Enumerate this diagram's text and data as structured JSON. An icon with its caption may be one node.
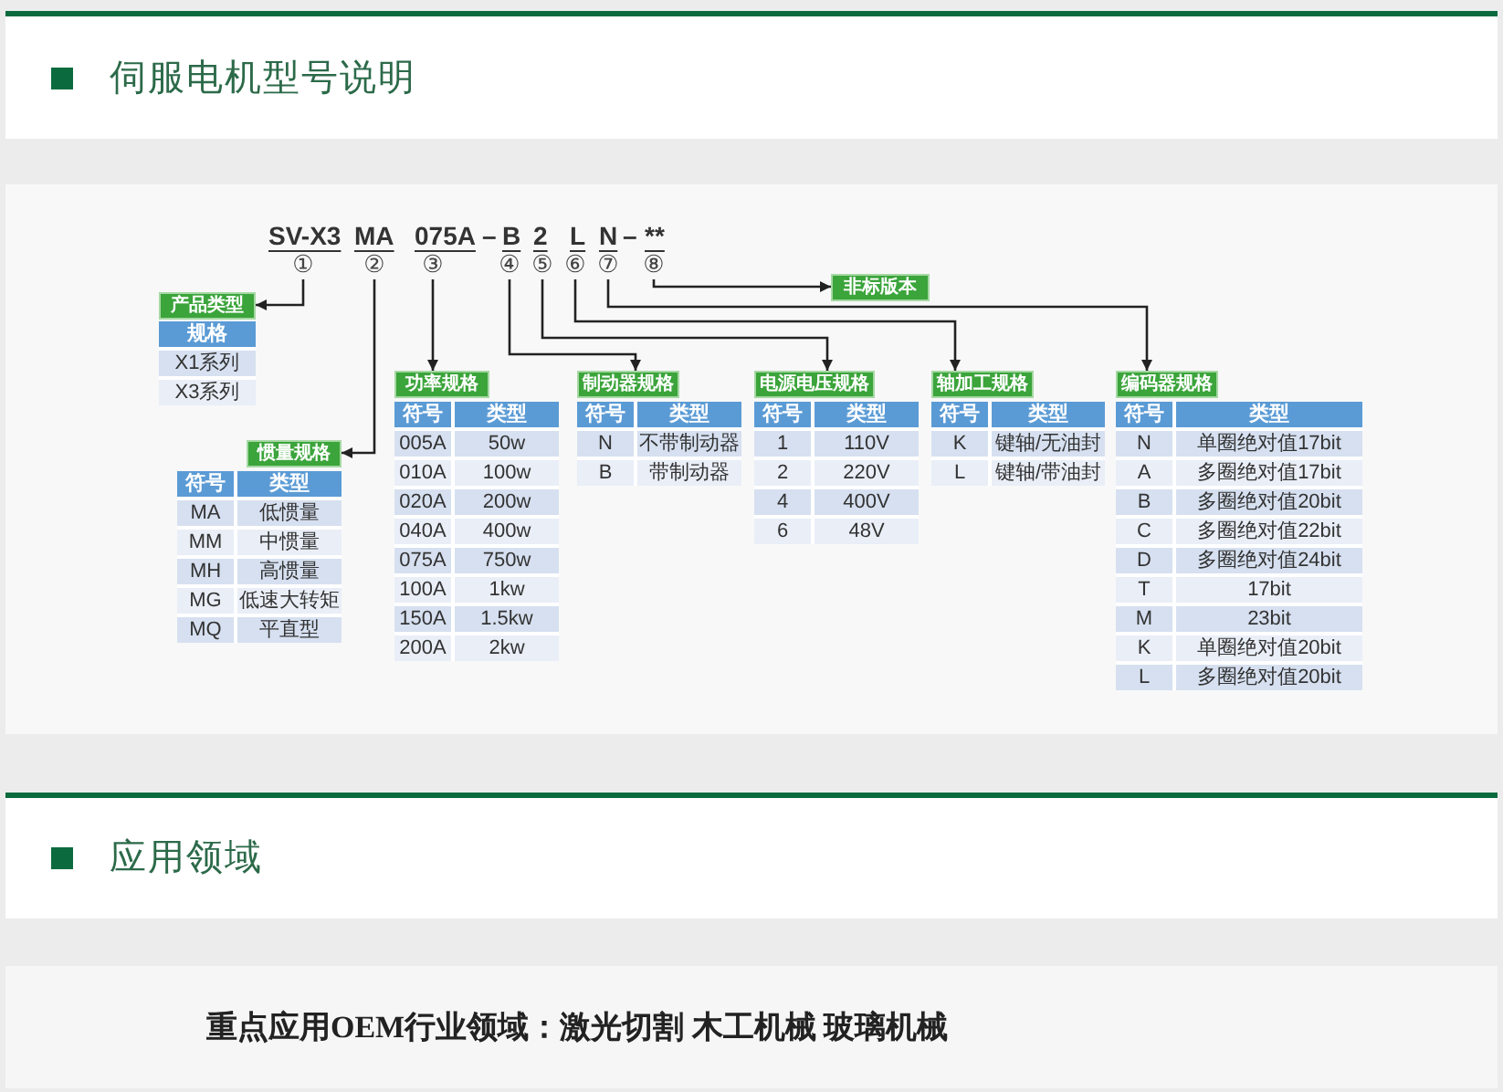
{
  "diagram": {
    "title": "伺服电机型号说明",
    "nodes": [
      {
        "text": [
          "①"
        ]
      },
      {
        "text": [
          "②"
        ]
      },
      {
        "text": [
          "③"
        ]
      },
      {
        "text": [
          "④"
        ]
      },
      {
        "text": [
          "⑤"
        ]
      },
      {
        "text": [
          "⑥"
        ]
      },
      {
        "text": [
          "⑦"
        ]
      },
      {
        "text": [
          "⑧"
        ]
      },
      {
        "text": [
          "产品类型"
        ]
      },
      {
        "text": [
          "惯量规格"
        ]
      },
      {
        "text": [
          "功率规格"
        ]
      },
      {
        "text": [
          "制动器规格"
        ]
      },
      {
        "text": [
          "电源电压规格"
        ]
      },
      {
        "text": [
          "轴加工规格"
        ]
      },
      {
        "text": [
          "编码器规格"
        ]
      },
      {
        "text": [
          "非标版本"
        ]
      }
    ],
    "edges": [
      {
        "from": 0,
        "to": 8,
        "arrow": "to"
      },
      {
        "from": 1,
        "to": 9,
        "arrow": "to"
      },
      {
        "from": 2,
        "to": 10,
        "arrow": "to"
      },
      {
        "from": 3,
        "to": 11,
        "arrow": "to"
      },
      {
        "from": 4,
        "to": 12,
        "arrow": "to"
      },
      {
        "from": 5,
        "to": 13,
        "arrow": "to"
      },
      {
        "from": 6,
        "to": 14,
        "arrow": "to"
      },
      {
        "from": 7,
        "to": 15,
        "arrow": "to"
      }
    ],
    "labels": [
      "SV-X3",
      "MA",
      "075A",
      "–",
      "B",
      "2",
      "L",
      "N",
      "–",
      "**",
      "规格",
      "X1系列",
      "X3系列",
      "符号",
      "类型",
      "MA",
      "低惯量",
      "MM",
      "中惯量",
      "MH",
      "高惯量",
      "MG",
      "低速大转矩",
      "MQ",
      "平直型",
      "符号",
      "类型",
      "005A",
      "50w",
      "010A",
      "100w",
      "020A",
      "200w",
      "040A",
      "400w",
      "075A",
      "750w",
      "100A",
      "1kw",
      "150A",
      "1.5kw",
      "200A",
      "2kw",
      "符号",
      "类型",
      "N",
      "不带制动器",
      "B",
      "带制动器",
      "符号",
      "类型",
      "1",
      "110V",
      "2",
      "220V",
      "4",
      "400V",
      "6",
      "48V",
      "符号",
      "类型",
      "K",
      "键轴/无油封",
      "L",
      "键轴/带油封",
      "符号",
      "类型",
      "N",
      "单圈绝对值17bit",
      "A",
      "多圈绝对值17bit",
      "B",
      "多圈绝对值20bit",
      "C",
      "多圈绝对值22bit",
      "D",
      "多圈绝对值24bit",
      "T",
      "17bit",
      "M",
      "23bit",
      "K",
      "单圈绝对值20bit",
      "L",
      "多圈绝对值20bit",
      "应用领域",
      "重点应用OEM行业领域：激光切割 木工机械 玻璃机械"
    ]
  }
}
